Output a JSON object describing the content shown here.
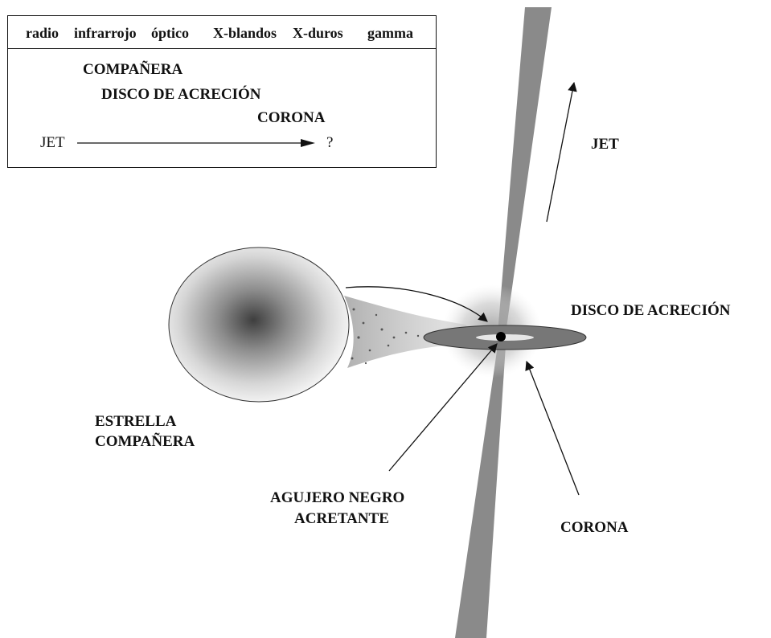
{
  "legend": {
    "bands": [
      "radio",
      "infrarrojo",
      "óptico",
      "X-blandos",
      "X-duros",
      "gamma"
    ],
    "rows": {
      "companion": "COMPAÑERA",
      "disk": "DISCO DE ACRECIÓN",
      "corona": "CORONA",
      "jet": "JET",
      "jet_end": "?"
    }
  },
  "labels": {
    "jet": "JET",
    "disk": "DISCO DE ACRECIÓN",
    "star_line1": "ESTRELLA",
    "star_line2": "COMPAÑERA",
    "black_hole_line1": "AGUJERO NEGRO",
    "black_hole_line2": "ACRETANTE",
    "corona": "CORONA"
  },
  "colors": {
    "jet": "#8a8a8a",
    "disk": "#777777",
    "star_center": "#444444",
    "star_edge": "#f4f4f4",
    "ink": "#111111"
  }
}
